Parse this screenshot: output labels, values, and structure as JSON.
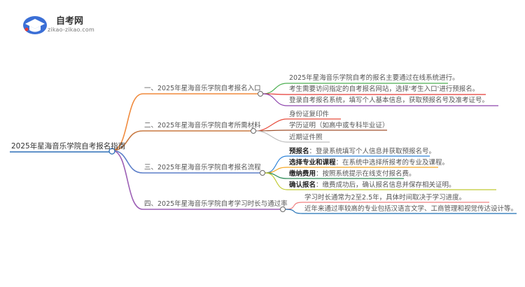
{
  "logo": {
    "title": "自考网",
    "subtitle": "zikao-zikao.com"
  },
  "root": "2025年星海音乐学院自考报名指南",
  "branches": [
    {
      "label": "一、2025年星海音乐学院自考报名入口",
      "color": "#f08a3c",
      "leaves": [
        {
          "text": "2025年星海音乐学院自考的报名主要通过在线系统进行。",
          "color": "#4caf50"
        },
        {
          "text": "考生需要访问指定的自考报名网站，选择'考生入口'进行预报名。",
          "color": "#e53935"
        },
        {
          "text": "登录自考报名系统，填写个人基本信息，获取预报名号及准考证号。",
          "color": "#8e44ad"
        }
      ]
    },
    {
      "label": "二、2025年星海音乐学院自考所需材料",
      "color": "#c87941",
      "leaves": [
        {
          "text": "身份证复印件",
          "color": "#e74c3c"
        },
        {
          "text": "学历证明（如高中或专科毕业证）",
          "color": "#a0522d"
        },
        {
          "text": "近期证件照",
          "color": "#bdbdbd"
        }
      ]
    },
    {
      "label": "三、2025年星海音乐学院自考报名流程",
      "color": "#5b7ec9",
      "leaves": [
        {
          "bold": "预报名",
          "text": "：登录系统填写个人信息并获取预报名号。",
          "color": "#2c82d8"
        },
        {
          "bold": "选择专业和课程",
          "text": "：在系统中选择所报考的专业及课程。",
          "color": "#f5a623"
        },
        {
          "bold": "缴纳费用",
          "text": "：按照系统提示在线支付报名费。",
          "color": "#2e8b57"
        },
        {
          "bold": "确认报名",
          "text": "：缴费成功后，确认报名信息并保存相关证明。",
          "color": "#c0ca33"
        }
      ]
    },
    {
      "label": "四、2025年星海音乐学院自考学习时长与通过率",
      "color": "#9c5fb5",
      "leaves": [
        {
          "text": "学习时长通常为2至2.5年，具体时间取决于学习进度。",
          "color": "#f08080"
        },
        {
          "text": "近年来通过率较高的专业包括汉语言文学、工商管理和视觉传达设计等。",
          "color": "#1e6fb5"
        }
      ]
    }
  ]
}
